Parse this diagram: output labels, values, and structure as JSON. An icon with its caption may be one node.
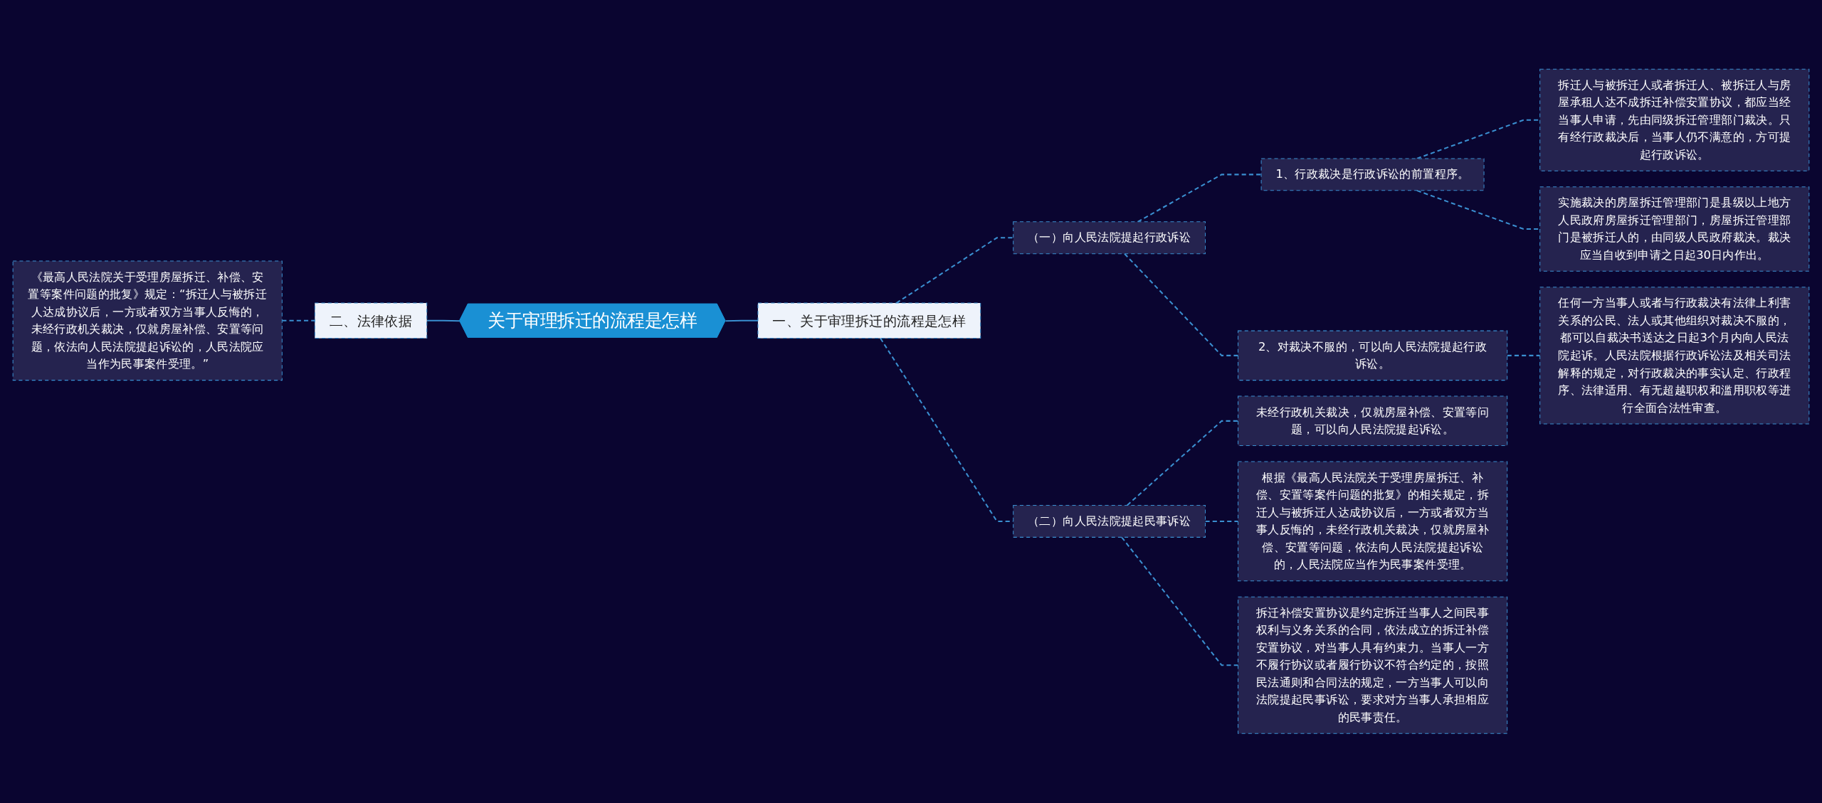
{
  "diagram": {
    "nodes": [
      {
        "text": [
          "关于审理拆迁的流程是怎样"
        ]
      },
      {
        "text": [
          "一、关于审理拆迁的流程是怎样"
        ]
      },
      {
        "text": [
          "（一）向人民法院提起行政诉讼"
        ]
      },
      {
        "text": [
          "1、行政裁决是行政诉讼的前置程序。"
        ]
      },
      {
        "text": [
          "拆迁人与被拆迁人或者拆迁人、被拆迁人与房屋承租人达不成拆迁补偿安置协议，都应当经当事人申请，先由同级拆迁管理部门裁决。只有经行政裁决后，当事人仍不满意的，方可提起行政诉讼。"
        ]
      },
      {
        "text": [
          "实施裁决的房屋拆迁管理部门是县级以上地方人民政府房屋拆迁管理部门，房屋拆迁管理部门是被拆迁人的，由同级人民政府裁决。裁决应当自收到申请之日起30日内作出。"
        ]
      },
      {
        "text": [
          "2、对裁决不服的，可以向人民法院提起行政诉讼。"
        ]
      },
      {
        "text": [
          "任何一方当事人或者与行政裁决有法律上利害关系的公民、法人或其他组织对裁决不服的，都可以自裁决书送达之日起3个月内向人民法院起诉。人民法院根据行政诉讼法及相关司法解释的规定，对行政裁决的事实认定、行政程序、法律适用、有无超越职权和滥用职权等进行全面合法性审查。"
        ]
      },
      {
        "text": [
          "（二）向人民法院提起民事诉讼"
        ]
      },
      {
        "text": [
          "未经行政机关裁决，仅就房屋补偿、安置等问题，可以向人民法院提起诉讼。"
        ]
      },
      {
        "text": [
          "根据《最高人民法院关于受理房屋拆迁、补偿、安置等案件问题的批复》的相关规定，拆迁人与被拆迁人达成协议后，一方或者双方当事人反悔的，未经行政机关裁决，仅就房屋补偿、安置等问题，依法向人民法院提起诉讼的，人民法院应当作为民事案件受理。"
        ]
      },
      {
        "text": [
          "拆迁补偿安置协议是约定拆迁当事人之间民事权利与义务关系的合同，依法成立的拆迁补偿安置协议，对当事人具有约束力。当事人一方不履行协议或者履行协议不符合约定的，按照民法通则和合同法的规定，一方当事人可以向法院提起民事诉讼，要求对方当事人承担相应的民事责任。"
        ]
      },
      {
        "text": [
          "二、法律依据"
        ]
      },
      {
        "text": [
          "《最高人民法院关于受理房屋拆迁、补偿、安置等案件问题的批复》规定：“拆迁人与被拆迁人达成协议后，一方或者双方当事人反悔的，未经行政机关裁决，仅就房屋补偿、安置等问题，依法向人民法院提起诉讼的，人民法院应当作为民事案件受理。”"
        ]
      }
    ],
    "edges": [
      {
        "from": 0,
        "to": 1,
        "arrow": "none"
      },
      {
        "from": 1,
        "to": 2,
        "arrow": "none",
        "style": "dashed"
      },
      {
        "from": 2,
        "to": 3,
        "arrow": "none",
        "style": "dashed"
      },
      {
        "from": 3,
        "to": 4,
        "arrow": "none",
        "style": "dashed"
      },
      {
        "from": 3,
        "to": 5,
        "arrow": "none",
        "style": "dashed"
      },
      {
        "from": 2,
        "to": 6,
        "arrow": "none",
        "style": "dashed"
      },
      {
        "from": 6,
        "to": 7,
        "arrow": "none",
        "style": "dashed"
      },
      {
        "from": 1,
        "to": 8,
        "arrow": "none",
        "style": "dashed"
      },
      {
        "from": 8,
        "to": 9,
        "arrow": "none",
        "style": "dashed"
      },
      {
        "from": 8,
        "to": 10,
        "arrow": "none",
        "style": "dashed"
      },
      {
        "from": 8,
        "to": 11,
        "arrow": "none",
        "style": "dashed"
      },
      {
        "from": 0,
        "to": 12,
        "arrow": "none"
      },
      {
        "from": 12,
        "to": 13,
        "arrow": "none",
        "style": "dashed"
      }
    ]
  }
}
